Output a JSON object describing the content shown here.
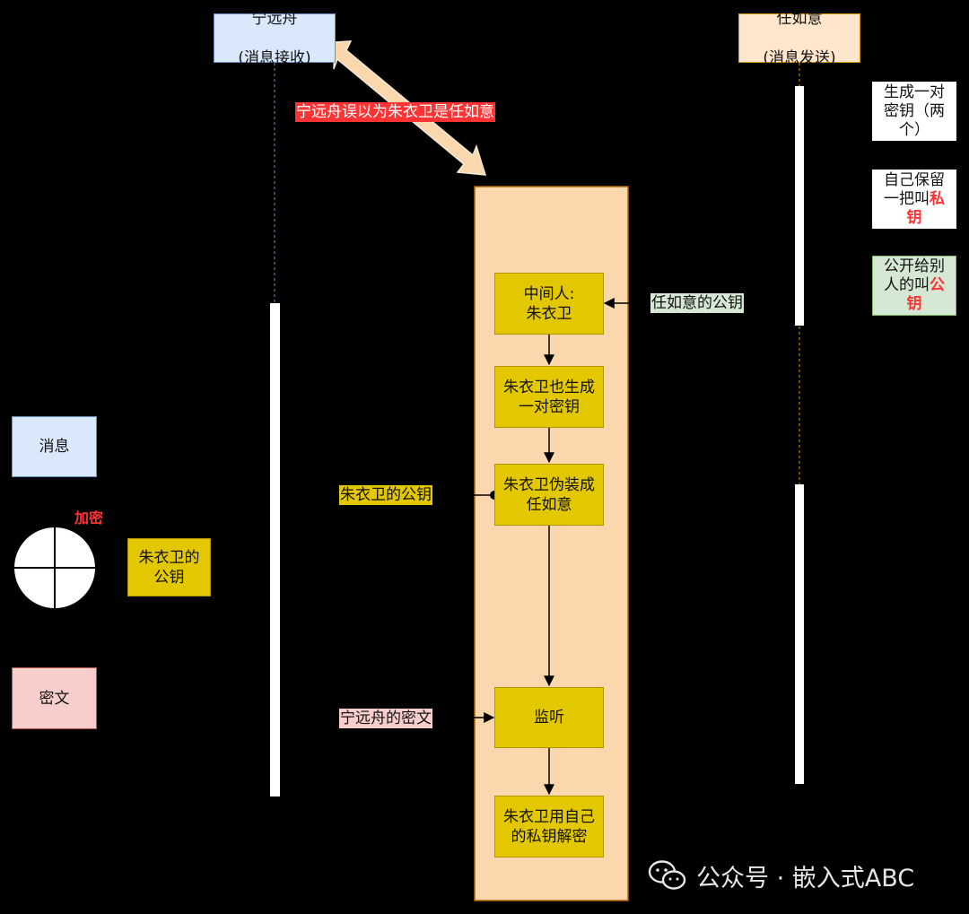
{
  "actors": {
    "receiver": {
      "name": "宁远舟",
      "role": "(消息接收)"
    },
    "sender": {
      "name": "任如意",
      "role": "(消息发送)"
    }
  },
  "banner": "宁远舟误以为朱衣卫是任如意",
  "sender_notes": {
    "generate": "生成一对\n密钥（两\n个）",
    "keep_private_prefix": "自己保留\n一把叫",
    "keep_private_word": "私\n钥",
    "give_public_prefix": "公开给别\n人的叫",
    "give_public_word": "公\n钥"
  },
  "mitm": {
    "middleman": "中间人:\n朱衣卫",
    "also_generates": "朱衣卫也生成\n一对密钥",
    "disguises": "朱衣卫伪装成\n任如意",
    "eavesdrop": "监听",
    "decrypt": "朱衣卫用自己\n的私钥解密"
  },
  "labels": {
    "sender_public_key": "任如意的公钥",
    "zhu_public_key": "朱衣卫的公钥",
    "receiver_ciphertext": "宁远舟的密文"
  },
  "left_flow": {
    "message": "消息",
    "encrypt": "加密",
    "key": "朱衣卫的\n公钥",
    "ciphertext": "密文"
  },
  "watermark": "公众号 · 嵌入式ABC",
  "colors": {
    "accent_red": "#ff3333",
    "step_yellow": "#e3c800",
    "mitm_panel": "#fad7ac",
    "background": "#000000"
  }
}
